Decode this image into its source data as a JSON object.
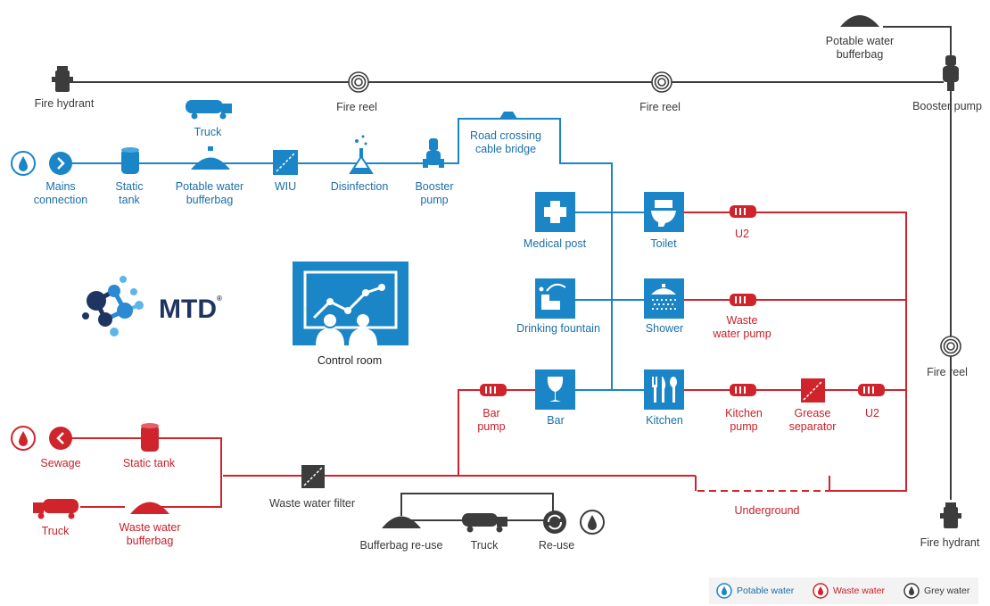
{
  "colors": {
    "potable": "#1a85c7",
    "waste": "#d0242c",
    "grey": "#3c3c3c"
  },
  "labels": {
    "mains": [
      "Mains",
      "connection"
    ],
    "static_tank": [
      "Static",
      "tank"
    ],
    "truck_top": "Truck",
    "potable_bufferbag": [
      "Potable water",
      "bufferbag"
    ],
    "wiu": "WIU",
    "disinfection": "Disinfection",
    "booster_pump": [
      "Booster",
      "pump"
    ],
    "road_crossing": [
      "Road crossing",
      "cable bridge"
    ],
    "fire_hydrant_left": "Fire hydrant",
    "fire_reel_1": "Fire reel",
    "fire_reel_2": "Fire reel",
    "potable_bufferbag_right": [
      "Potable water",
      "bufferbag"
    ],
    "booster_pump_right": "Booster pump",
    "fire_reel_right": "Fire reel",
    "fire_hydrant_right": "Fire hydrant",
    "medical_post": "Medical post",
    "toilet": "Toilet",
    "u2_top": "U2",
    "drinking_fountain": "Drinking fountain",
    "shower": "Shower",
    "waste_water_pump": [
      "Waste",
      "water pump"
    ],
    "control_room": "Control room",
    "bar": "Bar",
    "bar_pump": [
      "Bar",
      "pump"
    ],
    "kitchen": "Kitchen",
    "kitchen_pump": [
      "Kitchen",
      "pump"
    ],
    "grease_separator": [
      "Grease",
      "separator"
    ],
    "u2_bottom": "U2",
    "sewage": "Sewage",
    "static_tank_red": "Static tank",
    "truck_red": "Truck",
    "waste_bufferbag": [
      "Waste water",
      "bufferbag"
    ],
    "waste_water_filter": "Waste water filter",
    "bufferbag_reuse": "Bufferbag re-use",
    "truck_grey": "Truck",
    "reuse": "Re-use",
    "underground": "Underground",
    "logo": "MTD",
    "logo_mark": "®"
  },
  "legend": {
    "potable": "Potable water",
    "waste": "Waste water",
    "grey": "Grey water"
  }
}
